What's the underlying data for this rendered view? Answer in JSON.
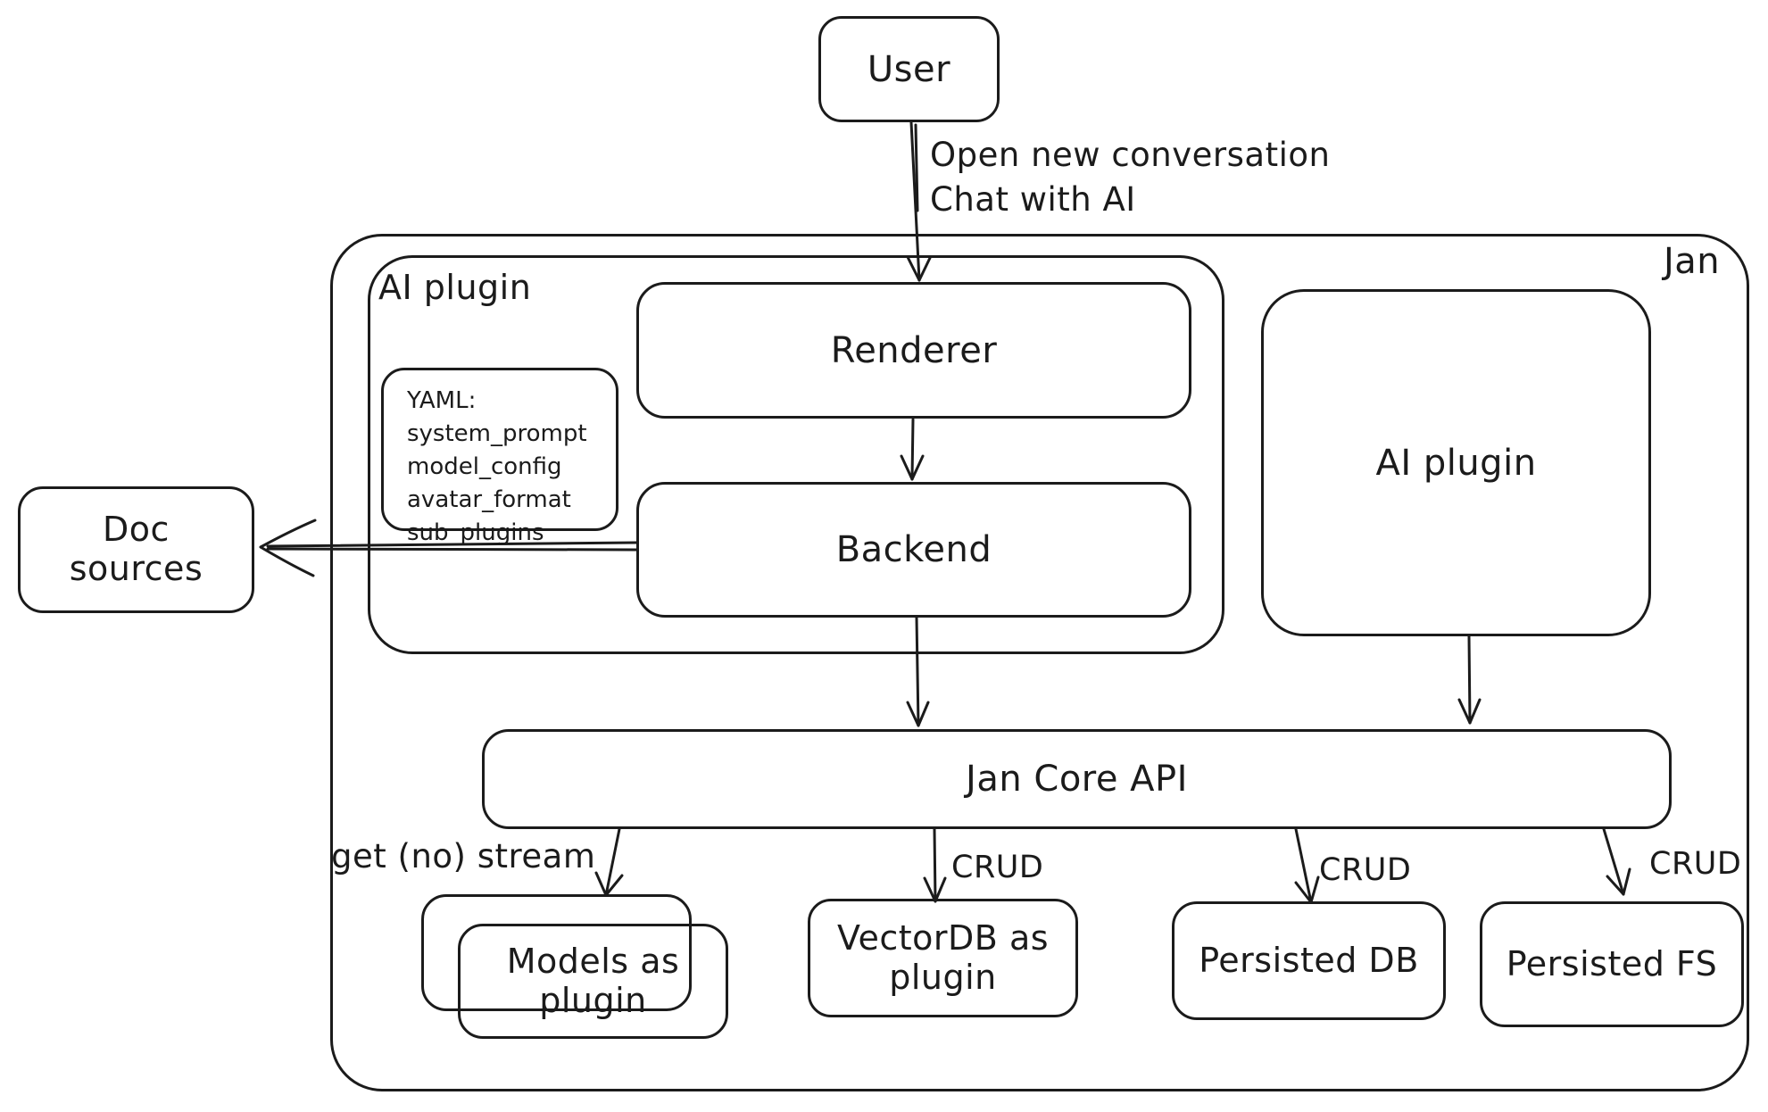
{
  "diagram": {
    "nodes": {
      "user": "User",
      "jan_container": "Jan",
      "ai_plugin_container": "AI plugin",
      "renderer": "Renderer",
      "backend": "Backend",
      "ai_plugin_right": "AI plugin",
      "doc_sources": "Doc sources",
      "jan_core_api": "Jan Core API",
      "models_plugin": "Models as plugin",
      "vectordb_plugin": "VectorDB as plugin",
      "persisted_db": "Persisted DB",
      "persisted_fs": "Persisted FS"
    },
    "yaml_note": {
      "lines": [
        "YAML:",
        "system_prompt",
        "model_config",
        "avatar_format",
        "sub_plugins"
      ]
    },
    "edge_labels": {
      "user_flow_line1": "Open new conversation",
      "user_flow_line2": "Chat with AI",
      "get_no_stream": "get (no) stream",
      "crud_vectordb": "CRUD",
      "crud_persisted_db": "CRUD",
      "crud_persisted_fs": "CRUD"
    },
    "colors": {
      "stroke": "#1b1b1b",
      "background": "#ffffff"
    }
  }
}
